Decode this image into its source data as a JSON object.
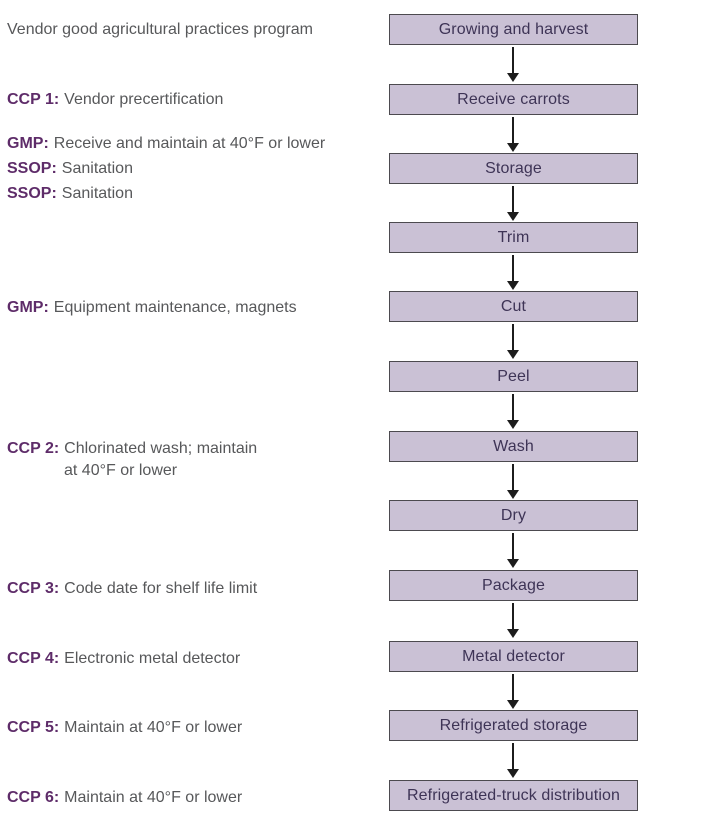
{
  "flow": {
    "steps": [
      {
        "label": "Growing and harvest"
      },
      {
        "label": "Receive carrots"
      },
      {
        "label": "Storage"
      },
      {
        "label": "Trim"
      },
      {
        "label": "Cut"
      },
      {
        "label": "Peel"
      },
      {
        "label": "Wash"
      },
      {
        "label": "Dry"
      },
      {
        "label": "Package"
      },
      {
        "label": "Metal detector"
      },
      {
        "label": "Refrigerated storage"
      },
      {
        "label": "Refrigerated-truck distribution"
      }
    ]
  },
  "annotations": [
    {
      "prefix": "",
      "text": "Vendor good agricultural practices program",
      "text2": ""
    },
    {
      "prefix": "CCP 1:",
      "text": "Vendor precertification",
      "text2": ""
    },
    {
      "prefix": "GMP:",
      "text": "Receive and maintain at 40°F or lower",
      "text2": ""
    },
    {
      "prefix": "SSOP:",
      "text": "Sanitation",
      "text2": ""
    },
    {
      "prefix": "SSOP:",
      "text": "Sanitation",
      "text2": ""
    },
    {
      "prefix": "GMP:",
      "text": "Equipment maintenance, magnets",
      "text2": ""
    },
    {
      "prefix": "CCP 2:",
      "text": "Chlorinated wash; maintain",
      "text2": "at 40°F or lower"
    },
    {
      "prefix": "CCP 3:",
      "text": "Code date for shelf life limit",
      "text2": ""
    },
    {
      "prefix": "CCP 4:",
      "text": "Electronic metal detector",
      "text2": ""
    },
    {
      "prefix": "CCP 5:",
      "text": "Maintain at 40°F or lower",
      "text2": ""
    },
    {
      "prefix": "CCP 6:",
      "text": "Maintain at 40°F or lower",
      "text2": ""
    }
  ],
  "colors": {
    "box_fill": "#cac1d5",
    "box_border": "#4c4a4f",
    "box_text": "#3e3456",
    "annotation_prefix": "#5e2c69",
    "annotation_text": "#57585a",
    "arrow": "#1c1c1c",
    "background": "#ffffff"
  }
}
